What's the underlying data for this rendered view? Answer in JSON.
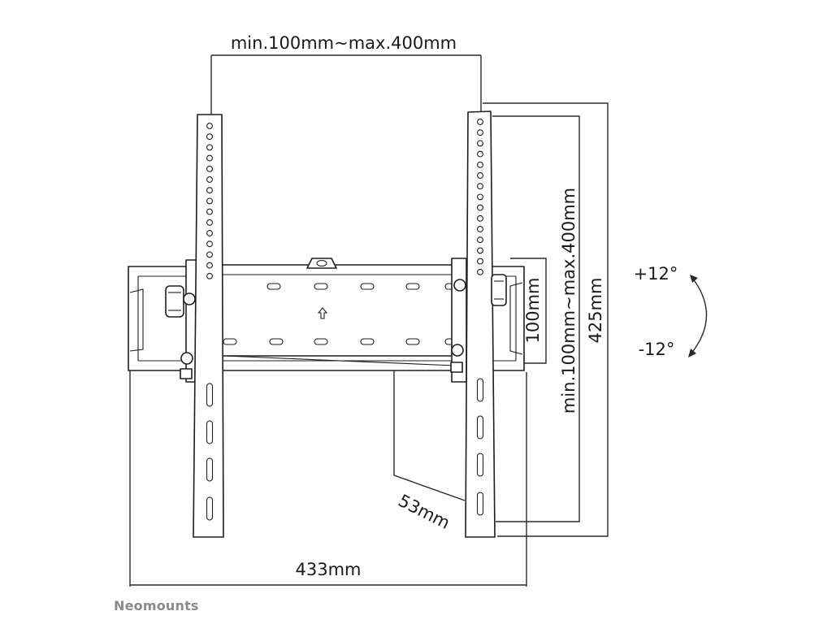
{
  "dimensions": {
    "top_spacing": "min.100mm~max.400mm",
    "vertical_spacing": "min.100mm~max.400mm",
    "plate_height": "100mm",
    "total_height": "425mm",
    "depth": "53mm",
    "total_width": "433mm"
  },
  "tilt": {
    "up": "+12°",
    "down": "-12°"
  },
  "brand": "Neomounts"
}
